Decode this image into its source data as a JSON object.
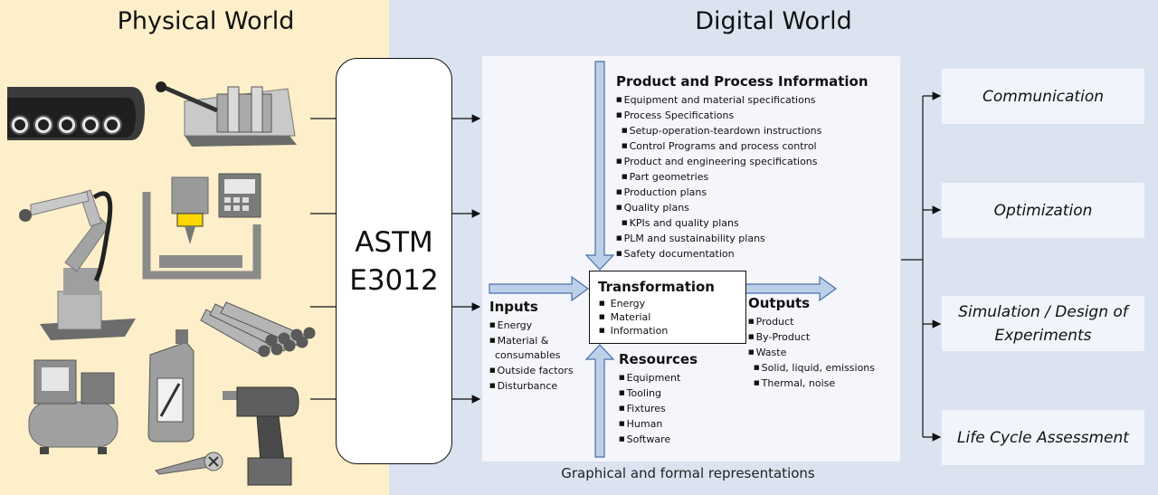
{
  "headers": {
    "physical": "Physical World",
    "digital": "Digital World"
  },
  "astm": {
    "line1": "ASTM",
    "line2": "E3012"
  },
  "product_info": {
    "title": "Product and Process Information",
    "items": [
      {
        "text": "Equipment and material specifications",
        "sub": false
      },
      {
        "text": "Process Specifications",
        "sub": false
      },
      {
        "text": "Setup-operation-teardown instructions",
        "sub": true
      },
      {
        "text": "Control Programs and process control",
        "sub": true
      },
      {
        "text": "Product and engineering specifications",
        "sub": false
      },
      {
        "text": "Part geometries",
        "sub": true
      },
      {
        "text": "Production plans",
        "sub": false
      },
      {
        "text": "Quality plans",
        "sub": false
      },
      {
        "text": "KPIs and quality plans",
        "sub": true
      },
      {
        "text": "PLM and sustainability plans",
        "sub": false
      },
      {
        "text": "Safety documentation",
        "sub": false
      }
    ]
  },
  "inputs": {
    "title": "Inputs",
    "items": [
      {
        "text": "Energy",
        "sub": false
      },
      {
        "text": "Material &",
        "sub": false
      },
      {
        "text": "consumables",
        "sub": true,
        "nobullet": true
      },
      {
        "text": "Outside factors",
        "sub": false
      },
      {
        "text": "Disturbance",
        "sub": false
      }
    ]
  },
  "transformation": {
    "title": "Transformation",
    "items": [
      "Energy",
      "Material",
      "Information"
    ]
  },
  "outputs": {
    "title": "Outputs",
    "items": [
      {
        "text": "Product",
        "sub": false
      },
      {
        "text": "By-Product",
        "sub": false
      },
      {
        "text": "Waste",
        "sub": false
      },
      {
        "text": "Solid, liquid, emissions",
        "sub": true
      },
      {
        "text": "Thermal, noise",
        "sub": true
      }
    ]
  },
  "resources": {
    "title": "Resources",
    "items": [
      {
        "text": "Equipment",
        "sub": false
      },
      {
        "text": "Tooling",
        "sub": false
      },
      {
        "text": "Fixtures",
        "sub": false
      },
      {
        "text": "Human",
        "sub": false
      },
      {
        "text": "Software",
        "sub": false
      }
    ]
  },
  "caption": "Graphical and formal representations",
  "applications": [
    "Communication",
    "Optimization",
    "Simulation / Design of Experiments",
    "Life Cycle Assessment"
  ],
  "icons": [
    "conveyor-belt-icon",
    "workholding-vise-icon",
    "robot-arm-icon",
    "cnc-machine-icon",
    "metal-bars-icon",
    "air-compressor-icon",
    "oil-jug-icon",
    "cordless-drill-icon",
    "screw-icon"
  ],
  "colors": {
    "physical_bg": "#fdefc9",
    "digital_bg": "#dbe3f1",
    "arrow_fill": "#bdd0ea",
    "arrow_stroke": "#4a6fa5"
  }
}
